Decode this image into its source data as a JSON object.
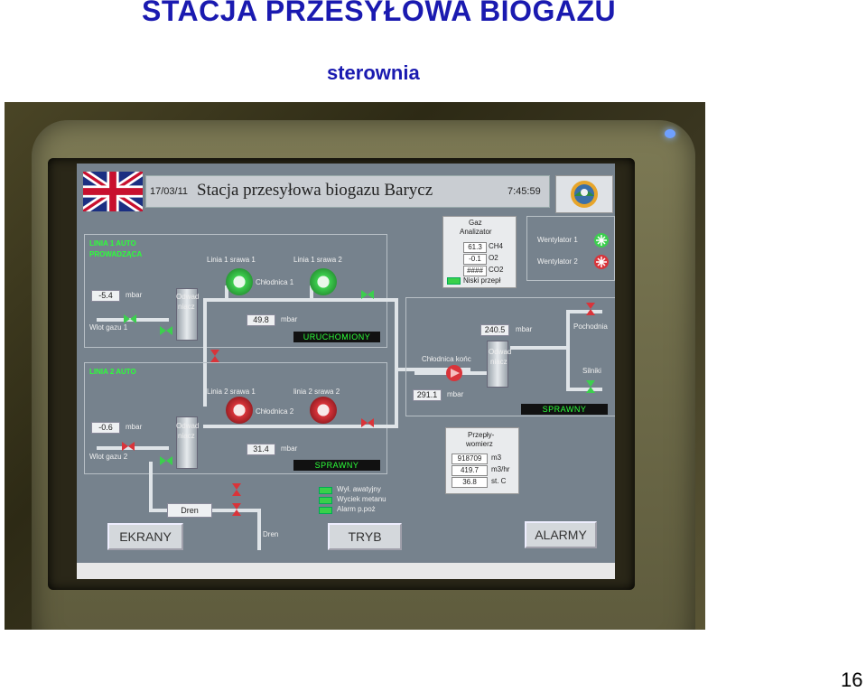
{
  "slide": {
    "title": "STACJA  PRZESYŁOWA  BIOGAZU",
    "subtitle": "sterownia",
    "page_number": "16"
  },
  "hmi": {
    "date": "17/03/11",
    "title": "Stacja przesyłowa biogazu Barycz",
    "time": "7:45:59",
    "gas_analyzer": {
      "title_line1": "Gaz",
      "title_line2": "Analizator",
      "rows": [
        {
          "value": "61.3",
          "unit": "CH4"
        },
        {
          "value": "-0.1",
          "unit": "O2"
        },
        {
          "value": "####",
          "unit": "CO2"
        }
      ],
      "low_flow_label": "Niski przepł"
    },
    "fans": {
      "fan1": "Wentylator 1",
      "fan2": "Wentylator 2"
    },
    "line1": {
      "mode_line1": "LINIA 1 AUTO",
      "mode_line2": "PROWADZĄCA",
      "pump1_label": "Linia 1 srawa 1",
      "pump2_label": "Linia 1 srawa 2",
      "cooler_label": "Chłodnica 1",
      "inlet_pressure": "-5.4",
      "inlet_unit": "mbar",
      "inlet_label": "Wlot gazu 1",
      "separator_label_1": "Odwad",
      "separator_label_2": "niacz",
      "outlet_pressure": "49.8",
      "outlet_unit": "mbar",
      "status": "URUCHOMIONY"
    },
    "line2": {
      "mode": "LINIA 2 AUTO",
      "pump1_label": "Linia 2 srawa 1",
      "pump2_label": "linia 2 srawa 2",
      "cooler_label": "Chłodnica 2",
      "inlet_pressure": "-0.6",
      "inlet_unit": "mbar",
      "inlet_label": "Wlot gazu 2",
      "separator_label_1": "Odwad",
      "separator_label_2": "niacz",
      "outlet_pressure": "31.4",
      "outlet_unit": "mbar",
      "status": "SPRAWNY"
    },
    "final": {
      "cooler_label": "Chłodnica końc",
      "separator_label_1": "Odwad",
      "separator_label_2": "niacz",
      "pressure_in": "291.1",
      "pressure_in_unit": "mbar",
      "pressure_out": "240.5",
      "pressure_out_unit": "mbar",
      "torch_label": "Pochodnia",
      "engines_label": "Silniki",
      "status": "SPRAWNY"
    },
    "drain": {
      "label": "Dren",
      "label2": "Dren"
    },
    "flowmeter": {
      "title_line1": "Przepły-",
      "title_line2": "womierz",
      "rows": [
        {
          "value": "918709",
          "unit": "m3"
        },
        {
          "value": "419.7",
          "unit": "m3/hr"
        },
        {
          "value": "36.8",
          "unit": "st. C"
        }
      ]
    },
    "alarms": [
      "Wył. awatyjny",
      "Wyciek metanu",
      "Alarm p.poż"
    ],
    "buttons": {
      "screens": "EKRANY",
      "mode": "TRYB",
      "alarms": "ALARMY"
    },
    "colors": {
      "screen_bg": "#76828d",
      "status_green": "#2cff3a",
      "pump_green": "#3ccf4e",
      "pump_red": "#d9343a"
    }
  }
}
